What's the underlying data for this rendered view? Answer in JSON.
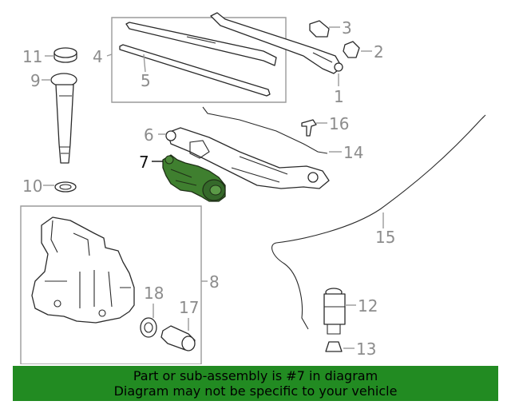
{
  "callouts": [
    {
      "num": "1"
    },
    {
      "num": "2"
    },
    {
      "num": "3"
    },
    {
      "num": "4"
    },
    {
      "num": "5"
    },
    {
      "num": "6"
    },
    {
      "num": "7"
    },
    {
      "num": "8"
    },
    {
      "num": "9"
    },
    {
      "num": "10"
    },
    {
      "num": "11"
    },
    {
      "num": "12"
    },
    {
      "num": "13"
    },
    {
      "num": "14"
    },
    {
      "num": "15"
    },
    {
      "num": "16"
    },
    {
      "num": "17"
    },
    {
      "num": "18"
    }
  ],
  "highlight": {
    "part": "7",
    "color": "#3f7f2f"
  },
  "banner": {
    "line1": "Part or sub-assembly is #7 in diagram",
    "line2": "Diagram may not be specific to your vehicle",
    "color": "#228b22"
  }
}
